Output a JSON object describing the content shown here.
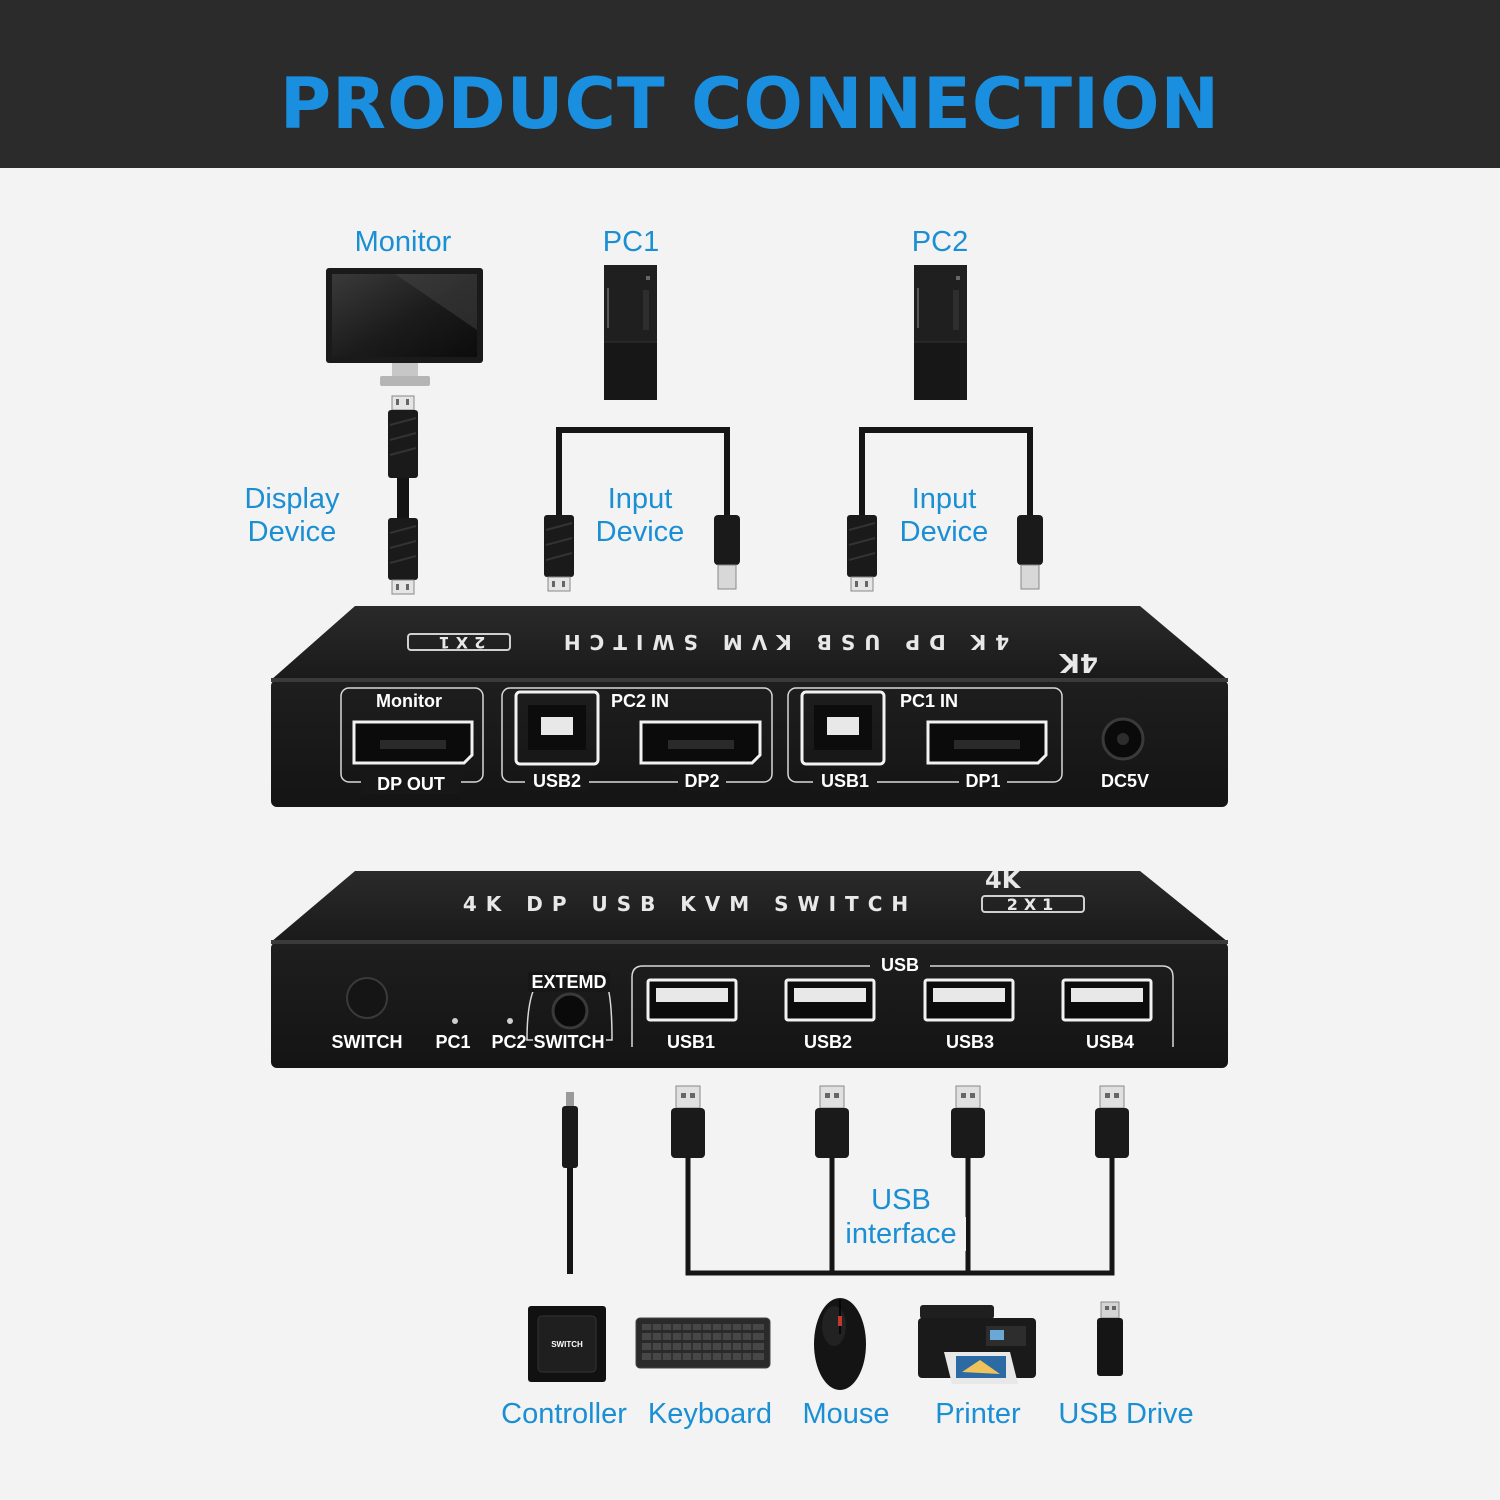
{
  "header": {
    "title": "PRODUCT CONNECTION"
  },
  "devices_top": {
    "monitor": "Monitor",
    "pc1": "PC1",
    "pc2": "PC2"
  },
  "cable_labels": {
    "display_line1": "Display",
    "display_line2": "Device",
    "input1_line1": "Input",
    "input1_line2": "Device",
    "input2_line1": "Input",
    "input2_line2": "Device",
    "usb_line1": "USB",
    "usb_line2": "interface"
  },
  "back_panel": {
    "top_text": "4K DP USB KVM SWITCH",
    "badge": "2X1",
    "logo": "4K",
    "monitor": "Monitor",
    "dp_out": "DP OUT",
    "pc2_in": "PC2 IN",
    "usb2": "USB2",
    "dp2": "DP2",
    "pc1_in": "PC1 IN",
    "usb1": "USB1",
    "dp1": "DP1",
    "dc5v": "DC5V"
  },
  "front_panel": {
    "top_text": "4K DP USB KVM SWITCH",
    "badge": "2X1",
    "logo": "4K",
    "switch": "SWITCH",
    "pc1": "PC1",
    "pc2": "PC2",
    "extemd": "EXTEMD",
    "extemd_switch": "SWITCH",
    "usb_group": "USB",
    "usb1": "USB1",
    "usb2": "USB2",
    "usb3": "USB3",
    "usb4": "USB4"
  },
  "peripherals": {
    "controller": "Controller",
    "controller_key": "SWITCH",
    "keyboard": "Keyboard",
    "mouse": "Mouse",
    "printer": "Printer",
    "usb_drive": "USB Drive"
  },
  "colors": {
    "label_blue": "#1a8fd4",
    "title_blue": "#1a8fe0",
    "header_bg": "#2b2b2b",
    "device_black": "#1c1c1c"
  }
}
